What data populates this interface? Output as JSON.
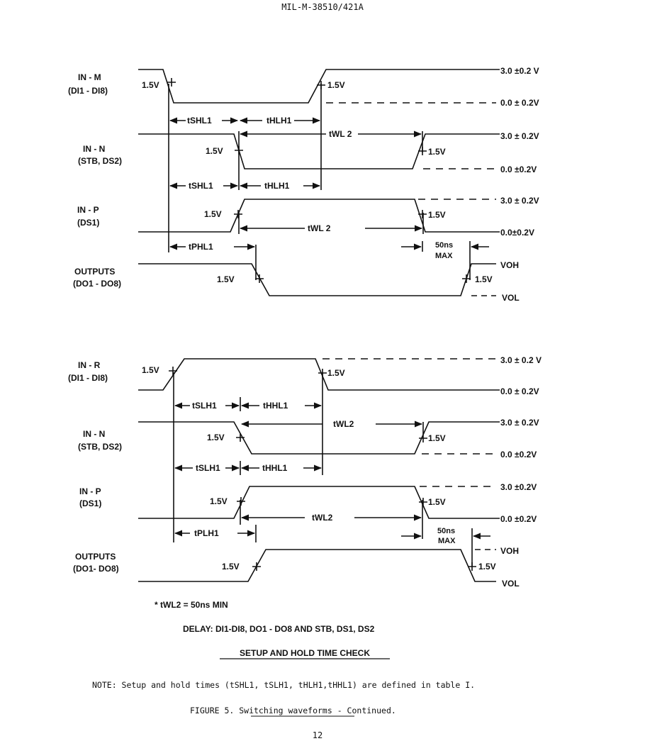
{
  "header": {
    "doc_id": "MIL-M-38510/421A"
  },
  "diagram1": {
    "sig_m": {
      "name": "IN - M",
      "pins": "(DI1 - DI8)"
    },
    "sig_n": {
      "name": "IN - N",
      "pins": "(STB, DS2)"
    },
    "sig_p": {
      "name": "IN - P",
      "pins": "(DS1)"
    },
    "sig_out": {
      "name": "OUTPUTS",
      "pins": "(DO1 - DO8)"
    },
    "lvl_m_hi": "3.0 ±0.2 V",
    "lvl_m_lo": "0.0 ± 0.2V",
    "lvl_n_hi": "3.0 ± 0.2V",
    "lvl_n_lo": "0.0 ±0.2V",
    "lvl_p_hi": "3.0 ± 0.2V",
    "lvl_p_lo": "0.0±0.2V",
    "lvl_oh": "VOH",
    "lvl_ol": "VOL",
    "thr": "1.5V",
    "t_shl1": "tSHL1",
    "t_hlh1": "tHLH1",
    "t_wl2": "tWL 2",
    "t_phl1": "tPHL1",
    "max50": "50ns",
    "max_word": "MAX"
  },
  "diagram2": {
    "sig_r": {
      "name": "IN - R",
      "pins": "(DI1 - DI8)"
    },
    "sig_n": {
      "name": "IN - N",
      "pins": "(STB, DS2)"
    },
    "sig_p": {
      "name": "IN - P",
      "pins": "(DS1)"
    },
    "sig_out": {
      "name": "OUTPUTS",
      "pins": "(DO1- DO8)"
    },
    "lvl_r_hi": "3.0 ± 0.2 V",
    "lvl_r_lo": "0.0 ± 0.2V",
    "lvl_n_hi": "3.0 ± 0.2V",
    "lvl_n_lo": "0.0 ±0.2V",
    "lvl_p_hi": "3.0 ±0.2V",
    "lvl_p_lo": "0.0 ±0.2V",
    "lvl_oh": "VOH",
    "lvl_ol": "VOL",
    "thr": "1.5V",
    "t_slh1": "tSLH1",
    "t_hhl1": "tHHL1",
    "t_wl2": "tWL2",
    "t_plh1": "tPLH1",
    "max50": "50ns",
    "max_word": "MAX"
  },
  "footnote": "* tWL2 = 50ns MIN",
  "delay_line": "DELAY: DI1-DI8, DO1 - DO8   AND STB, DS1, DS2",
  "check_title": "SETUP AND HOLD TIME CHECK",
  "note": "NOTE:  Setup and hold times (tSHL1, tSLH1, tHLH1,tHHL1) are defined in table I.",
  "figure_caption": "FIGURE 5.  Switching waveforms - Continued.",
  "page_number": "12"
}
